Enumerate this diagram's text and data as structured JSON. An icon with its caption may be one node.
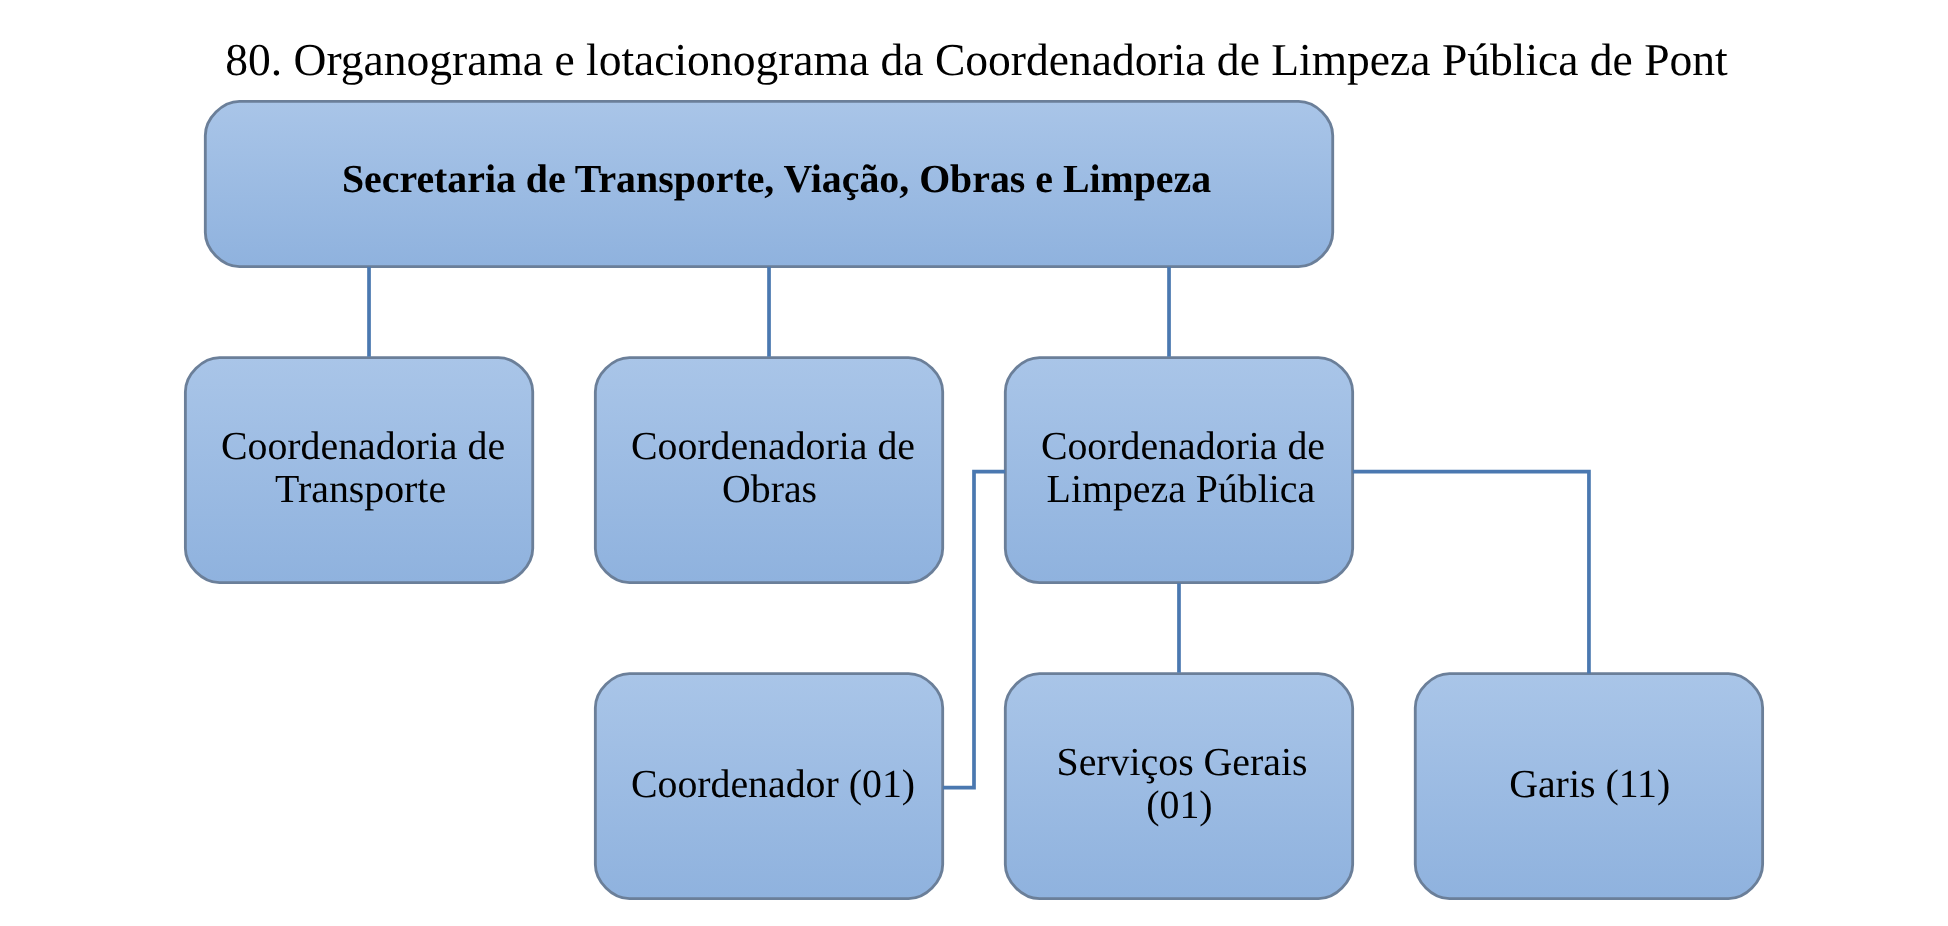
{
  "diagram": {
    "title": "80. Organograma e lotacionograma da Coordenadoria de Limpeza Pública de Pont",
    "nodes": [
      {
        "text": [
          "Secretaria de Transporte, Viação, Obras e Limpeza"
        ]
      },
      {
        "text": [
          "Coordenadoria de Transporte"
        ]
      },
      {
        "text": [
          "Coordenadoria de Obras"
        ]
      },
      {
        "text": [
          "Coordenadoria de Limpeza Pública"
        ]
      },
      {
        "text": [
          "Coordenador (01)"
        ]
      },
      {
        "text": [
          "Serviços Gerais (01)"
        ]
      },
      {
        "text": [
          "Garis (11)"
        ]
      }
    ],
    "edges": [
      {
        "from": 0,
        "to": 1,
        "arrow": "none"
      },
      {
        "from": 0,
        "to": 2,
        "arrow": "none"
      },
      {
        "from": 0,
        "to": 3,
        "arrow": "none"
      },
      {
        "from": 3,
        "to": 4,
        "arrow": "none"
      },
      {
        "from": 3,
        "to": 5,
        "arrow": "none"
      },
      {
        "from": 3,
        "to": 6,
        "arrow": "none"
      }
    ]
  }
}
